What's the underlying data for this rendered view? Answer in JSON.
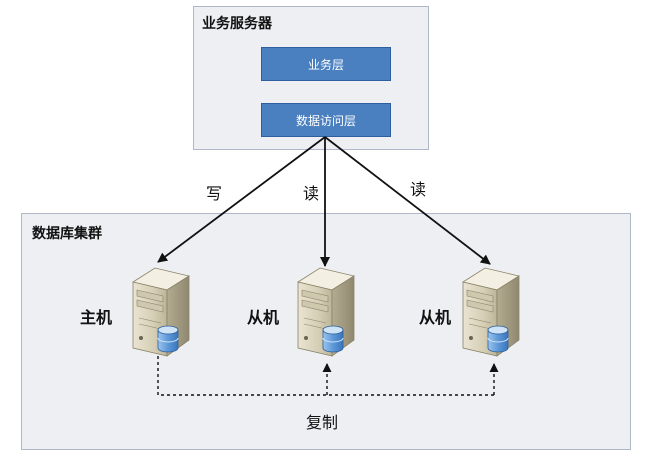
{
  "server": {
    "title": "业务服务器",
    "business_layer": "业务层",
    "data_access_layer": "数据访问层"
  },
  "cluster": {
    "title": "数据库集群"
  },
  "edges": {
    "write": "写",
    "read_1": "读",
    "read_2": "读"
  },
  "hosts": {
    "master": "主机",
    "slave_1": "从机",
    "slave_2": "从机"
  },
  "replication": "复制",
  "colors": {
    "panel_fill": "#edeff3",
    "panel_border": "#aeb8c8",
    "layer_fill": "#4a7fc0",
    "db_blue": "#4f8fd6"
  },
  "icons": [
    "server-tower-icon",
    "database-cylinder-icon"
  ]
}
